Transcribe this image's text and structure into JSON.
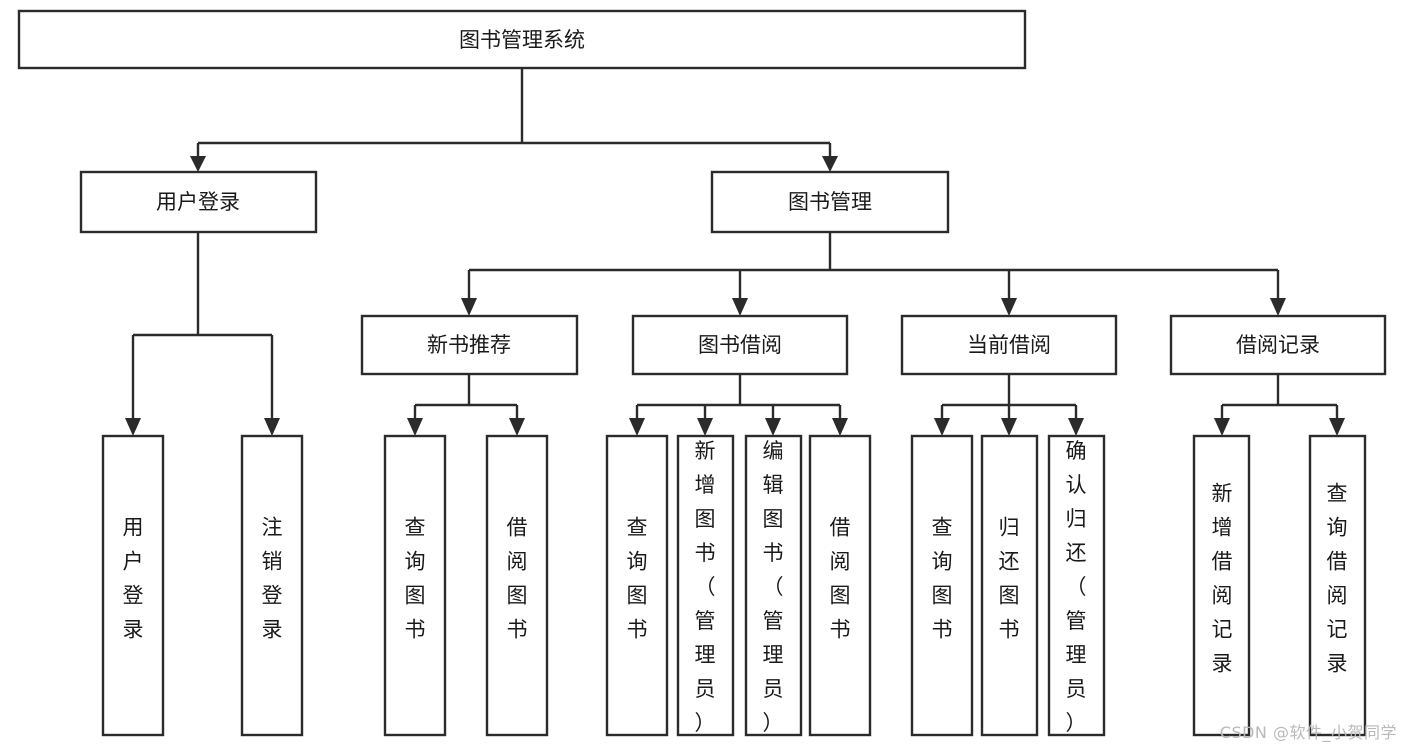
{
  "diagram": {
    "type": "tree-flowchart",
    "title": "图书管理系统",
    "watermark": "CSDN @软件_小贺同学",
    "levels": {
      "root": {
        "label": "图书管理系统"
      },
      "level2": [
        {
          "label": "用户登录"
        },
        {
          "label": "图书管理"
        }
      ],
      "level3": [
        {
          "label": "新书推荐"
        },
        {
          "label": "图书借阅"
        },
        {
          "label": "当前借阅"
        },
        {
          "label": "借阅记录"
        }
      ]
    },
    "leaves": {
      "user_login": [
        {
          "label": "用户登录"
        },
        {
          "label": "注销登录"
        }
      ],
      "new_book_recommend": [
        {
          "label": "查询图书"
        },
        {
          "label": "借阅图书"
        }
      ],
      "book_borrow": [
        {
          "label": "查询图书"
        },
        {
          "label": "新增图书（管理员）"
        },
        {
          "label": "编辑图书（管理员）"
        },
        {
          "label": "借阅图书"
        }
      ],
      "current_borrow": [
        {
          "label": "查询图书"
        },
        {
          "label": "归还图书"
        },
        {
          "label": "确认归还（管理员）"
        }
      ],
      "borrow_record": [
        {
          "label": "新增借阅记录"
        },
        {
          "label": "查询借阅记录"
        }
      ]
    },
    "colors": {
      "stroke": "#2b2b2b",
      "fill": "#ffffff",
      "text": "#1a1a1a",
      "watermark": "#b9b9b9"
    }
  }
}
